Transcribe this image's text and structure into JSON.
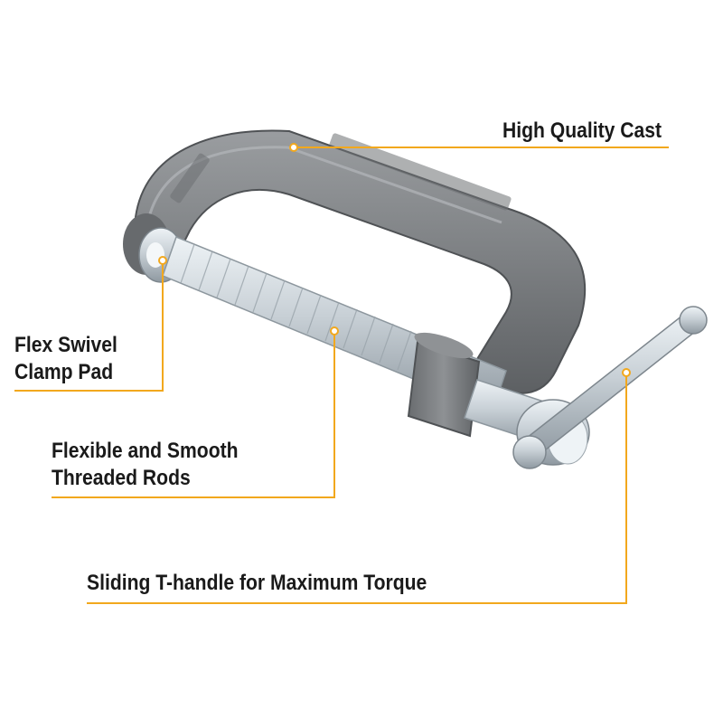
{
  "callouts": {
    "high_quality_cast": "High Quality Cast",
    "flex_swivel_line1": "Flex Swivel",
    "flex_swivel_line2": "Clamp Pad",
    "threaded_line1": "Flexible and Smooth",
    "threaded_line2": "Threaded Rods",
    "t_handle": "Sliding T-handle for Maximum Torque"
  },
  "product": {
    "frame_color": "#7c7f82",
    "steel_color": "#c8d0d6"
  },
  "colors": {
    "leader_line": "#f2a81d",
    "text": "#1a1a1a",
    "background": "#ffffff"
  }
}
